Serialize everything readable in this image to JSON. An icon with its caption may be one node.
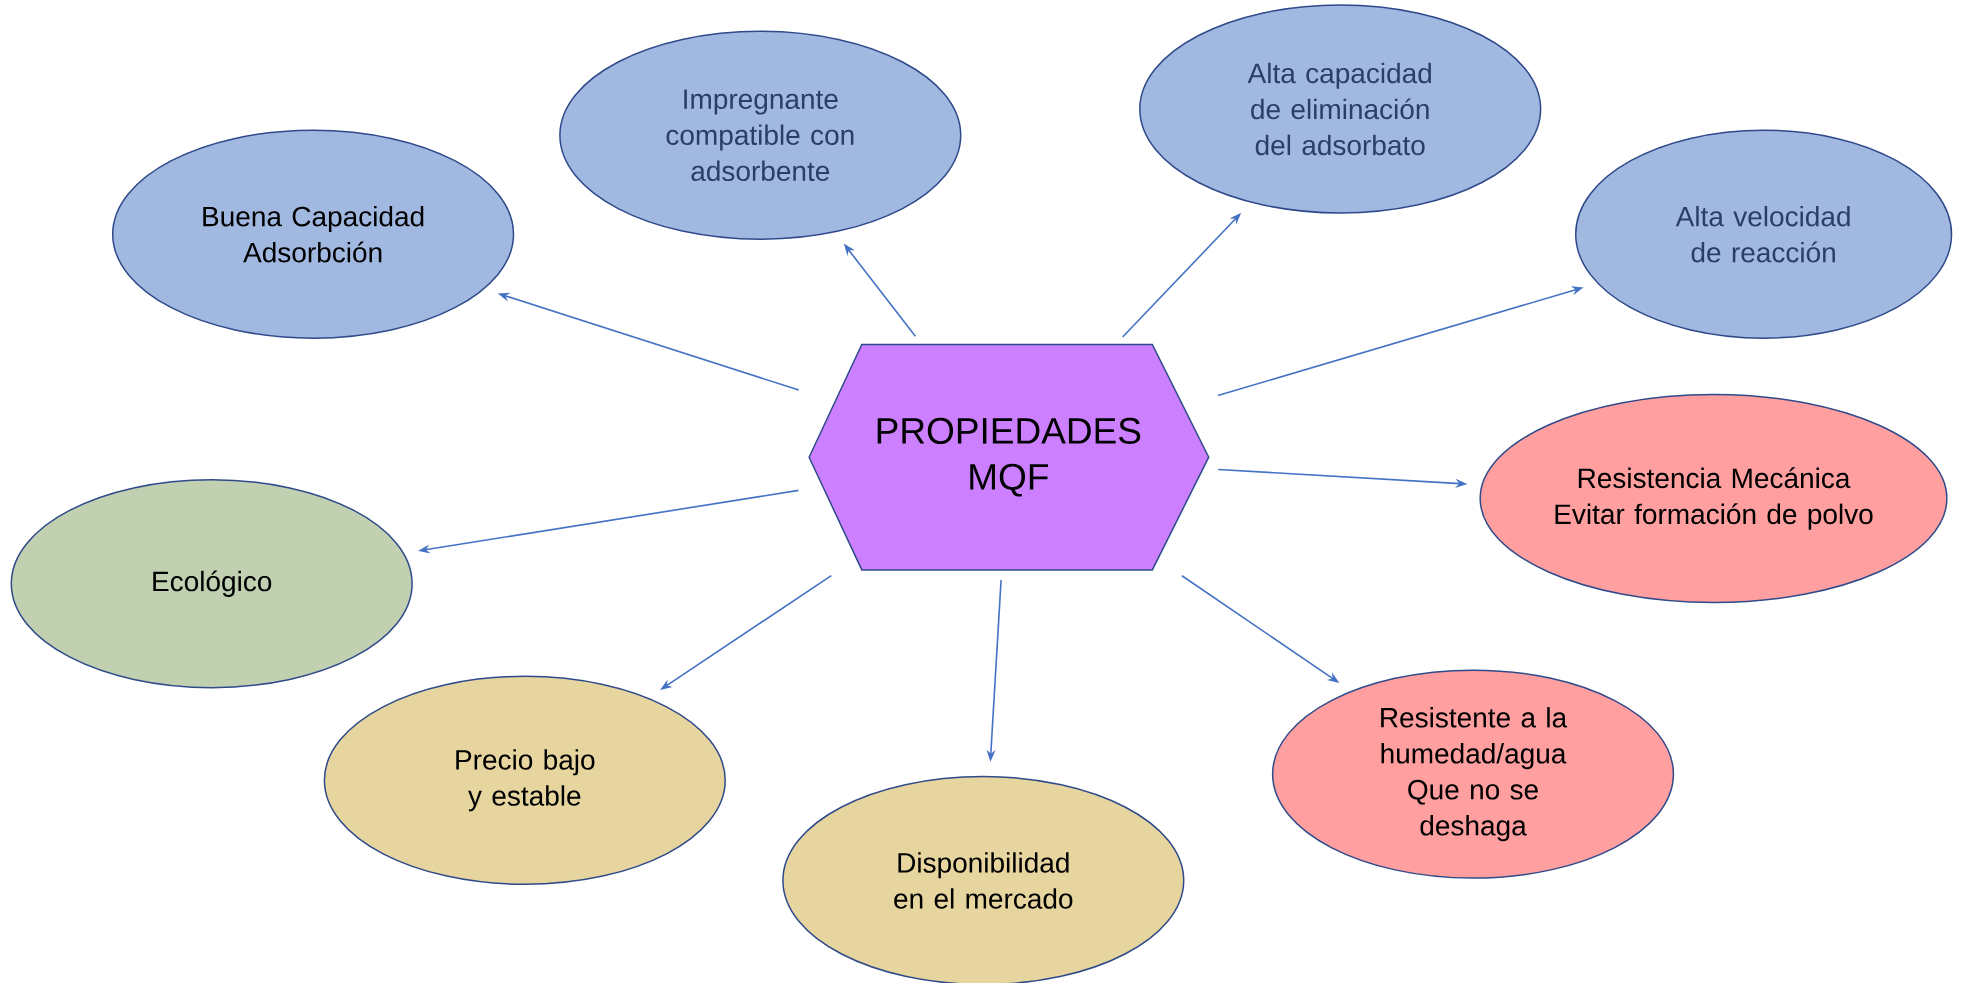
{
  "diagram": {
    "nodes": [
      {
        "text": [
          "PROPIEDADES MQF"
        ]
      },
      {
        "text": [
          "Buena Capacidad Adsorbción"
        ]
      },
      {
        "text": [
          "Impregnante compatible con adsorbente"
        ]
      },
      {
        "text": [
          "Alta capacidad de eliminación del adsorbato"
        ]
      },
      {
        "text": [
          "Alta velocidad de reacción"
        ]
      },
      {
        "text": [
          "Resistencia Mecánica Evitar formación de polvo"
        ]
      },
      {
        "text": [
          "Resistente a la humedad/agua Que no se deshaga"
        ]
      },
      {
        "text": [
          "Disponibilidad en el mercado"
        ]
      },
      {
        "text": [
          "Precio bajo y estable"
        ]
      },
      {
        "text": [
          "Ecológico"
        ]
      }
    ],
    "edges": [
      {
        "from": 0,
        "to": 1,
        "arrow": "to"
      },
      {
        "from": 0,
        "to": 2,
        "arrow": "to"
      },
      {
        "from": 0,
        "to": 3,
        "arrow": "to"
      },
      {
        "from": 0,
        "to": 4,
        "arrow": "to"
      },
      {
        "from": 0,
        "to": 5,
        "arrow": "to"
      },
      {
        "from": 0,
        "to": 6,
        "arrow": "to"
      },
      {
        "from": 0,
        "to": 7,
        "arrow": "to"
      },
      {
        "from": 0,
        "to": 8,
        "arrow": "to"
      },
      {
        "from": 0,
        "to": 9,
        "arrow": "to"
      }
    ]
  }
}
